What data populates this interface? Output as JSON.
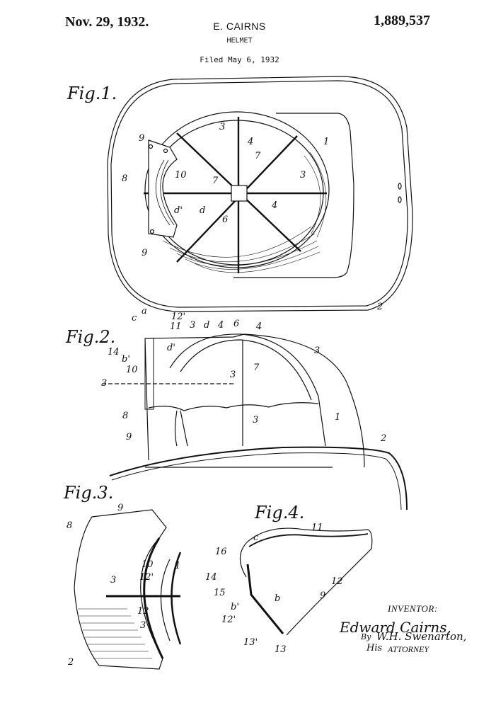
{
  "header": {
    "date": "Nov. 29, 1932.",
    "inventor_name": "E. CAIRNS",
    "patent_number": "1,889,537",
    "title": "HELMET",
    "filed": "Filed May 6, 1932"
  },
  "figures": [
    {
      "id": "fig1",
      "label": "Fig.1.",
      "view": "top view of helmet interior",
      "callouts": [
        "1",
        "2",
        "3",
        "3",
        "4",
        "4",
        "6",
        "7",
        "7",
        "8",
        "9",
        "9",
        "10",
        "d",
        "d'"
      ]
    },
    {
      "id": "fig2",
      "label": "Fig.2.",
      "view": "side view, partial section",
      "callouts": [
        "a",
        "c",
        "12'",
        "11",
        "3",
        "d",
        "4",
        "6",
        "4",
        "14",
        "d'",
        "b'",
        "10",
        "3",
        "3",
        "7",
        "3",
        "8",
        "3",
        "1",
        "9",
        "2"
      ]
    },
    {
      "id": "fig3",
      "label": "Fig.3.",
      "view": "section on line 3-3",
      "callouts": [
        "9",
        "8",
        "10",
        "1",
        "3",
        "12'",
        "12",
        "3",
        "2"
      ]
    },
    {
      "id": "fig4",
      "label": "Fig.4.",
      "view": "detail of front piece",
      "callouts": [
        "11",
        "c",
        "16",
        "14",
        "15",
        "12",
        "9",
        "b",
        "b'",
        "12'",
        "13'",
        "13"
      ]
    }
  ],
  "signature": {
    "inventor_heading": "INVENTOR:",
    "inventor_signature": "Edward Cairns,",
    "by": "By",
    "attorney_signature": "W.H. Swenarton,",
    "his": "His",
    "attorney_heading": "ATTORNEY"
  }
}
